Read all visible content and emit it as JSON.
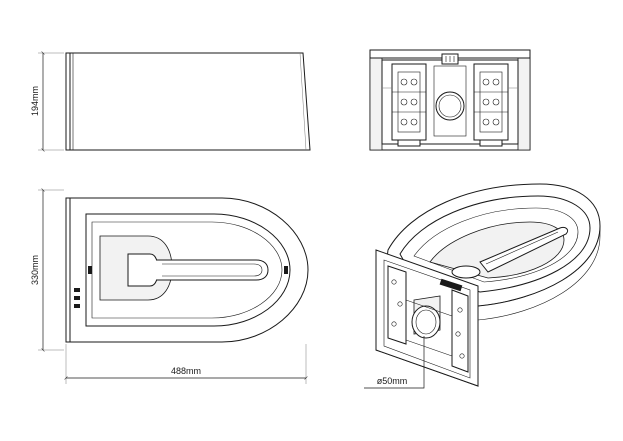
{
  "dimensions": {
    "height_label": "194mm",
    "depth_label": "330mm",
    "length_label": "488mm",
    "outlet_label": "ø50mm"
  },
  "views": [
    "side-elevation",
    "rear-elevation",
    "plan-view",
    "isometric-view"
  ],
  "colors": {
    "line": "#1a1a1a",
    "paper": "#ffffff"
  }
}
